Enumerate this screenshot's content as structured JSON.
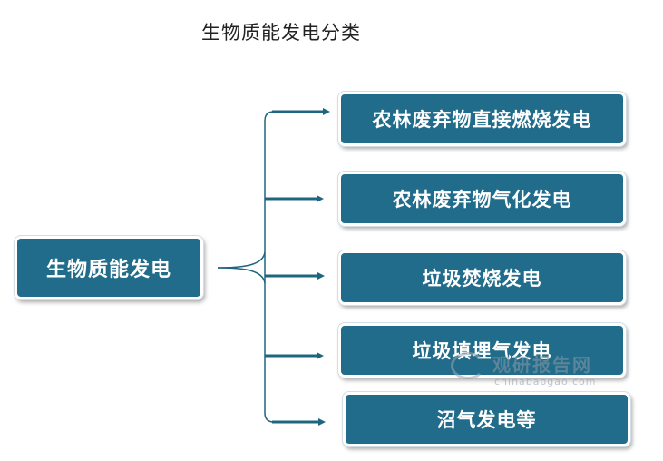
{
  "title": "生物质能发电分类",
  "root": {
    "label": "生物质能发电"
  },
  "leaves": [
    {
      "label": "农林废弃物直接燃烧发电"
    },
    {
      "label": "农林废弃物气化发电"
    },
    {
      "label": "垃圾焚烧发电"
    },
    {
      "label": "垃圾填埋气发电"
    },
    {
      "label": "沼气发电等"
    }
  ],
  "watermark": {
    "cn": "观研报告网",
    "en": "chinabaogao.com"
  },
  "colors": {
    "box_fill": "#216c8b",
    "connector": "#1e6580",
    "text": "#ffffff"
  }
}
